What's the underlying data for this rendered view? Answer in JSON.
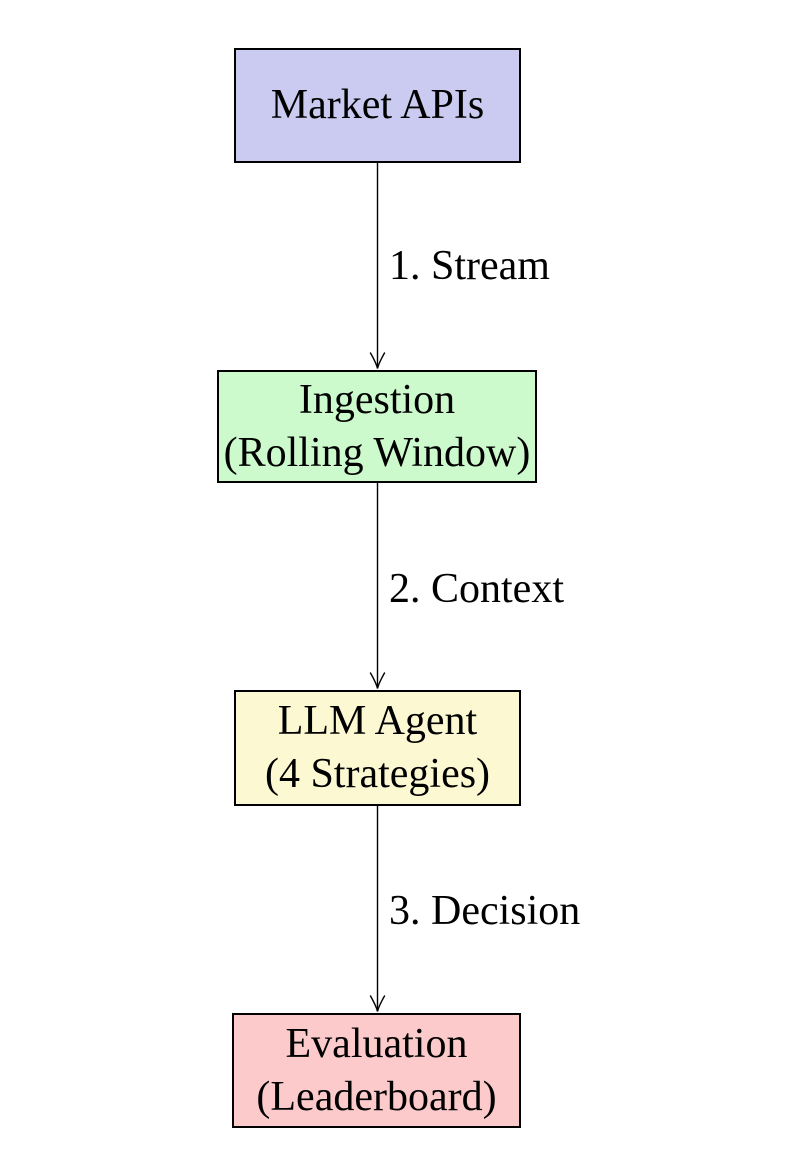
{
  "diagram": {
    "colors": {
      "background": "#ffffff",
      "border": "#000000",
      "text": "#000000",
      "arrow": "#000000",
      "node_fills": [
        "#cbcbf2",
        "#ccfacc",
        "#fcf9d2",
        "#fccaca"
      ]
    },
    "nodes": [
      {
        "name": "market-apis",
        "lines": [
          "Market APIs",
          ""
        ],
        "fill": "#cbcbf2"
      },
      {
        "name": "ingestion",
        "lines": [
          "Ingestion",
          "(Rolling Window)"
        ],
        "fill": "#ccfacc"
      },
      {
        "name": "llm-agent",
        "lines": [
          "LLM Agent",
          "(4 Strategies)"
        ],
        "fill": "#fcf9d2"
      },
      {
        "name": "evaluation",
        "lines": [
          "Evaluation",
          "(Leaderboard)"
        ],
        "fill": "#fccaca"
      }
    ],
    "edges": [
      {
        "label": "1. Stream"
      },
      {
        "label": "2. Context"
      },
      {
        "label": "3. Decision"
      }
    ]
  }
}
